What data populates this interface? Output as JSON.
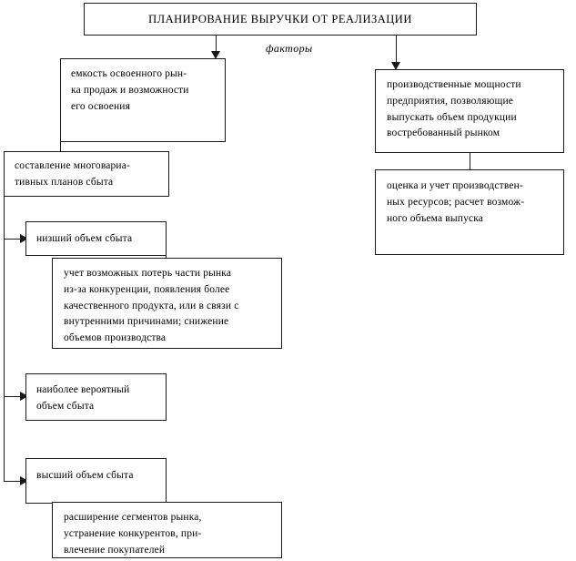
{
  "diagram": {
    "title": "ПЛАНИРОВАНИЕ ВЫРУЧКИ ОТ РЕАЛИЗАЦИИ",
    "factors_label": "факторы",
    "nodes": {
      "market_capacity": "емкость освоенного рын-\nка продаж и возможности\nего освоения",
      "multivariate_plans": "составление многовариа-\nтивных планов сбыта",
      "low_volume": "низший объем сбыта",
      "low_volume_detail": "учет возможных потерь части рынка\nиз-за конкуренции, появления более\nкачественного продукта, или в связи с\nвнутренними причинами; снижение\nобъемов производства",
      "likely_volume": "наиболее     вероятный\nобъем сбыта",
      "high_volume": "высший объем сбыта",
      "high_volume_detail": "расширение  сегментов  рынка,\nустранение  конкурентов,  при-\nвлечение покупателей",
      "production_capacity": "производственные  мощности\nпредприятия,      позволяющие\nвыпускать  объем  продукции\nвостребованный рынком",
      "resources_estimate": "оценка  и  учет  производствен-\nных  ресурсов;  расчет  возмож-\nного объема выпуска"
    },
    "colors": {
      "border": "#1a1a1a",
      "text": "#000000",
      "background": "#ffffff"
    }
  }
}
